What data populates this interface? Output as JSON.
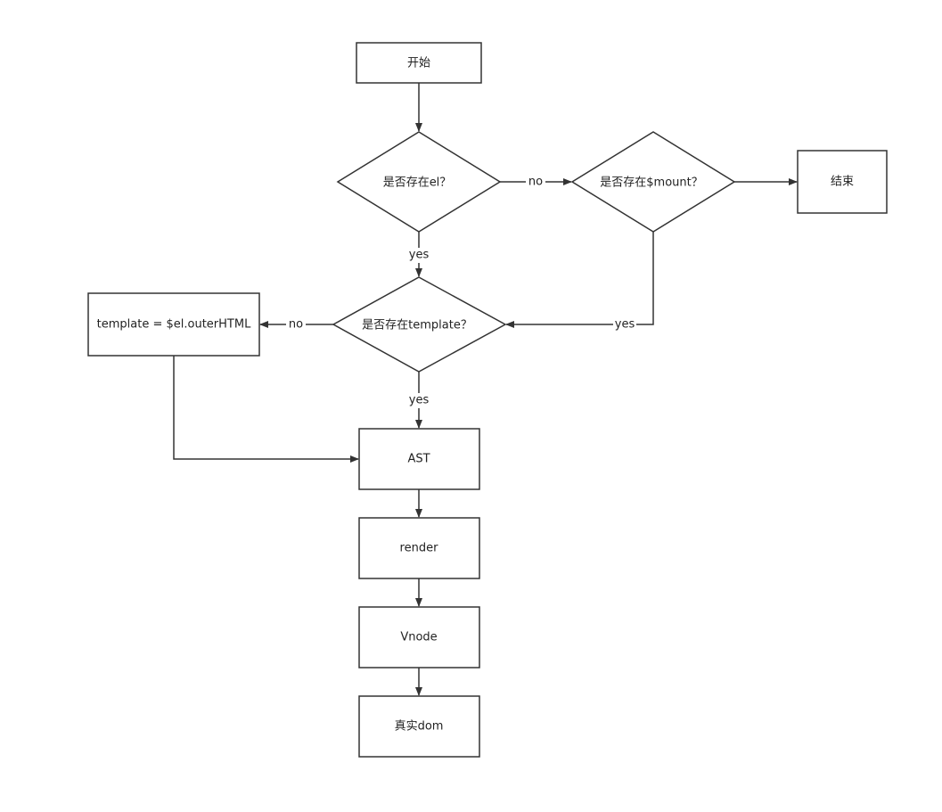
{
  "nodes": {
    "start": "开始",
    "has_el": "是否存在el？",
    "has_mount": "是否存在$mount？",
    "end": "结束",
    "has_template": "是否存在template？",
    "template_assign": "template = $el.outerHTML",
    "ast": "AST",
    "render": "render",
    "vnode": "Vnode",
    "real_dom": "真实dom"
  },
  "edges": {
    "el_no": "no",
    "el_yes": "yes",
    "mount_yes": "yes",
    "template_no": "no",
    "template_yes": "yes"
  },
  "colors": {
    "stroke": "#333333",
    "fill": "#ffffff",
    "text": "#222222"
  }
}
